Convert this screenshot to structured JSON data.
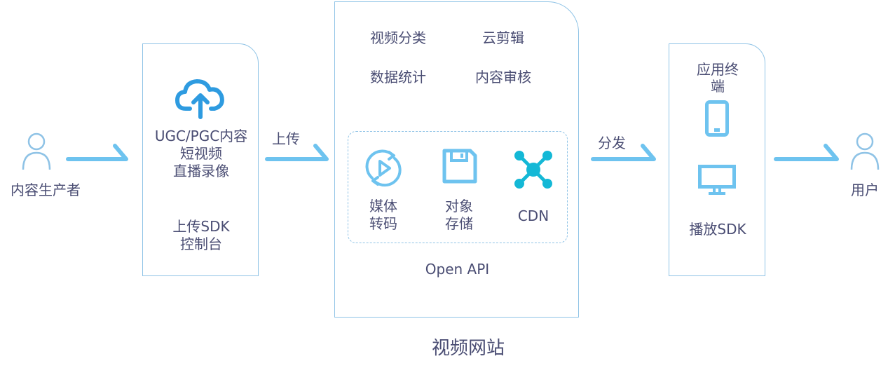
{
  "producer": {
    "label": "内容生产者"
  },
  "upload_box": {
    "lines": [
      "UGC/PGC内容",
      "短视频",
      "直播录像"
    ],
    "console_lines": [
      "上传SDK",
      "控制台"
    ]
  },
  "arrows": {
    "upload": "上传",
    "distribute": "分发"
  },
  "site": {
    "features": [
      "视频分类",
      "云剪辑",
      "数据统计",
      "内容审核"
    ],
    "services": [
      {
        "lines": [
          "媒体",
          "转码"
        ],
        "icon": "media-transcode-icon"
      },
      {
        "lines": [
          "对象",
          "存储"
        ],
        "icon": "object-storage-icon"
      },
      {
        "lines": [
          "CDN"
        ],
        "icon": "cdn-network-icon"
      }
    ],
    "api_label": "Open API",
    "caption": "视频网站"
  },
  "terminal": {
    "title_lines": [
      "应用终",
      "端"
    ],
    "sdk_label": "播放SDK"
  },
  "user": {
    "label": "用户"
  },
  "colors": {
    "border": "#8fc3e6",
    "accent": "#2e9be0",
    "arrow": "#6ec3ef",
    "text": "#4a4d73",
    "cdn": "#14b8d6"
  }
}
